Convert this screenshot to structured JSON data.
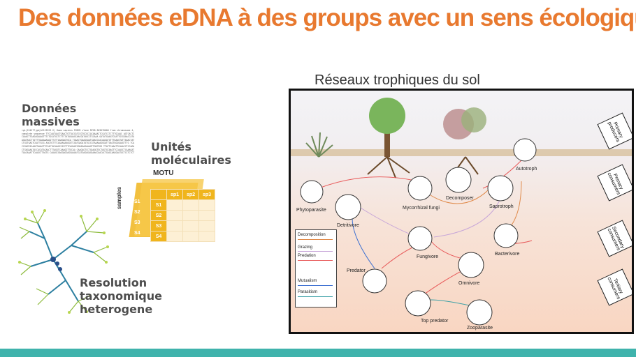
{
  "slide": {
    "title": "Des données eDNA à des groups avec un sens écologique"
  },
  "left": {
    "massive_label": "Données massives",
    "units_label": "Unités moléculaires",
    "motu_label": "MOTU",
    "samples_label": "samples",
    "resolution_label": "Resolution taxonomique heterogene",
    "sequence_text": ">gi|224277|gb|AC123523.2| Homo sapiens PXBCR clone RP28-303H70006 from chromosome 4, complete sequence TTCCAATAACTGAACTGTTACCATCCGTGCGCCACAAAACTCCATCCTCTTTGCAAC AGTCACTCCAAACTTGAGAGAAAGTTTCTGCATGCTCTTCTATAGAAGCAACGATAGCCTGCAAA GATATGAAGTCGATTGCGGAACCATAAGATAGCTTATTTGAAAAAAGGTTCTTAGAGAGTGCA TGAACTGAAGGAATGAACGCACAAGATGTTTGAAGTATTAGACTATCTGGTGAGTCGATTGCG AGGTGTTTCAGAAGAAGGGTCGATGAGATATGCCGTAAAAAGGGATTGAGTGGGGAAGTTTG TCACCGAGTACAAGTAAACTTCCACTACAAGCCATCTTCAGAATGGGAGAGAAAGTTGGGTGG TTATTCAAATTCAAACCTCCAGACTGAGAAATACCACATACAACTTTAGGTCAAAGGTTGCAA CAAGAGTCCTGAAGGTGCTAGTGCAAGTTCCAAGCTCAAAGATTAACAAATTCAAGCTTAGTG CAAAGCGAGGAGGAGGAAAATCATGAGAGAGAAAGCAACACTGAGCAAGGAATGCTCCTCTCT",
    "table": {
      "headers": [
        "sp1",
        "sp2",
        "sp3"
      ],
      "rows": [
        "S1",
        "S2",
        "S3",
        "S4"
      ],
      "back_rows": [
        "S1",
        "S2",
        "S3",
        "S4"
      ]
    }
  },
  "right": {
    "network_title": "Réseaux trophiques du sol",
    "nodes": [
      "Autotroph",
      "Phytoparasite",
      "Detritivore",
      "Mycorrhizal fungi",
      "Decomposer",
      "Saprotroph",
      "Fungivore",
      "Bacterivore",
      "Omnivore",
      "Predator",
      "Top predator",
      "Zooparasite"
    ],
    "levels": [
      "Primary producers",
      "Primary consumers",
      "Secondary consumers",
      "Tertiary consumers"
    ],
    "legend": [
      {
        "label": "Decomposition",
        "color": "#e08a4a"
      },
      {
        "label": "Grazing",
        "color": "#c7a6d8"
      },
      {
        "label": "Predation",
        "color": "#e85a5a"
      },
      {
        "label": "Mutualism",
        "color": "#3b6fd1"
      },
      {
        "label": "Parasitism",
        "color": "#3aa0a6"
      }
    ]
  },
  "colors": {
    "title": "#e8792f",
    "footer": "#3fb3ac",
    "table_header": "#f0b51d"
  }
}
